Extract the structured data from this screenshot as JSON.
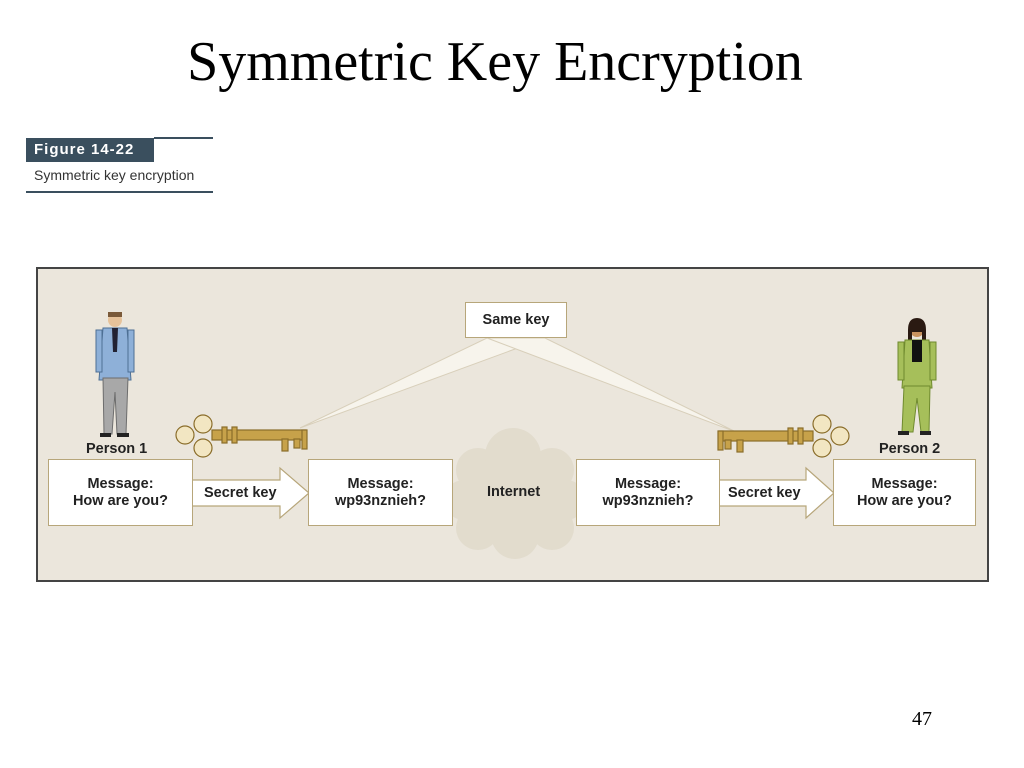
{
  "slide": {
    "title": "Symmetric Key Encryption",
    "page_number": "47"
  },
  "figure": {
    "label": "Figure 14-22",
    "caption": "Symmetric key encryption"
  },
  "diagram": {
    "same_key_label": "Same key",
    "person1_label": "Person 1",
    "person2_label": "Person 2",
    "internet_label": "Internet",
    "left_arrow_label": "Secret key",
    "right_arrow_label": "Secret key",
    "box1": {
      "line1": "Message:",
      "line2": "How are you?"
    },
    "box2": {
      "line1": "Message:",
      "line2": "wp93nznieh?"
    },
    "box3": {
      "line1": "Message:",
      "line2": "wp93nznieh?"
    },
    "box4": {
      "line1": "Message:",
      "line2": "How are you?"
    }
  },
  "colors": {
    "panel_background": "#ebe6dc",
    "key_gold": "#c7a24a",
    "badge_background": "#3a4f5e",
    "person1_jacket": "#8eb0d8",
    "person2_suit": "#a6bf5a"
  }
}
